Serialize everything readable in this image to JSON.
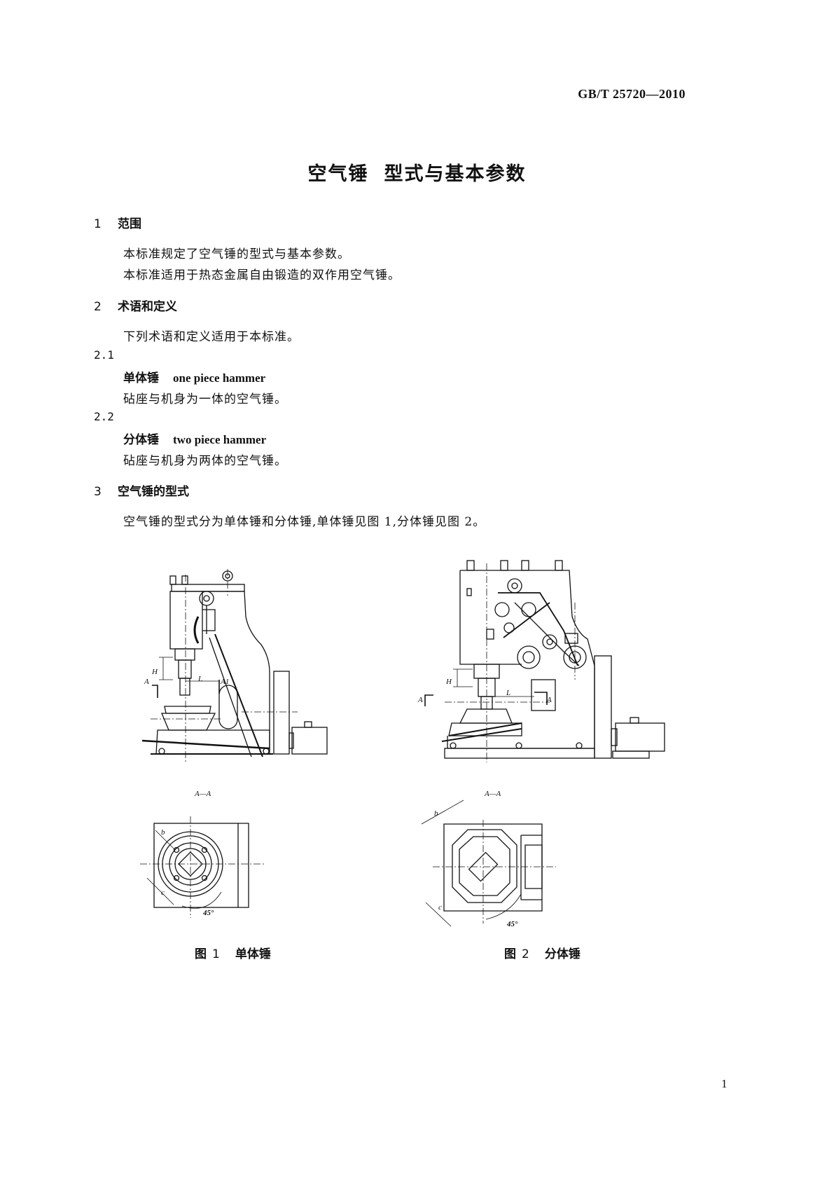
{
  "header": {
    "standard_number": "GB/T 25720—2010"
  },
  "title": {
    "part1": "空气锤",
    "part2": "型式与基本参数"
  },
  "sections": [
    {
      "num": "1",
      "heading": "范围",
      "paragraphs": [
        "本标准规定了空气锤的型式与基本参数。",
        "本标准适用于热态金属自由锻造的双作用空气锤。"
      ]
    },
    {
      "num": "2",
      "heading": "术语和定义",
      "paragraphs": [
        "下列术语和定义适用于本标准。"
      ],
      "terms": [
        {
          "num": "2.1",
          "cn": "单体锤",
          "en": "one piece hammer",
          "definition": "砧座与机身为一体的空气锤。"
        },
        {
          "num": "2.2",
          "cn": "分体锤",
          "en": "two piece hammer",
          "definition": "砧座与机身为两体的空气锤。"
        }
      ]
    },
    {
      "num": "3",
      "heading": "空气锤的型式",
      "paragraphs": [
        "空气锤的型式分为单体锤和分体锤,单体锤见图 1,分体锤见图 2。"
      ]
    }
  ],
  "figures": [
    {
      "caption_label": "图",
      "caption_num": "1",
      "caption_title": "单体锤",
      "section_label": "A—A",
      "labels": {
        "H": "H",
        "L": "L",
        "A": "A",
        "A1": "A1",
        "b": "b",
        "c": "c",
        "angle": "45°"
      }
    },
    {
      "caption_label": "图",
      "caption_num": "2",
      "caption_title": "分体锤",
      "section_label": "A—A",
      "labels": {
        "H": "H",
        "L": "L",
        "A": "A",
        "b": "b",
        "c": "c",
        "angle": "45°"
      }
    }
  ],
  "footer": {
    "page_number": "1"
  }
}
